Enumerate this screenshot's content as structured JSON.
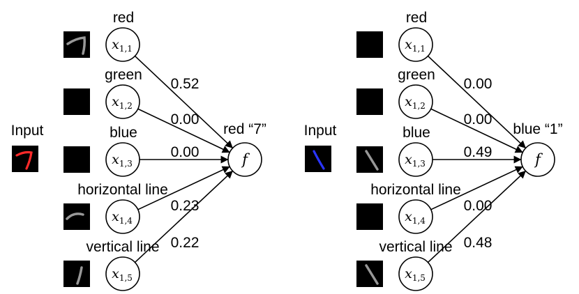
{
  "panels": [
    {
      "input_label": "Input",
      "digit_color": "#ff2a2a",
      "output_label": "red “7”",
      "output_symbol": "f",
      "nodes": [
        {
          "label": "red",
          "var": "x",
          "sub": "1,1",
          "weight": "0.52",
          "thumb": "digit7"
        },
        {
          "label": "green",
          "var": "x",
          "sub": "1,2",
          "weight": "0.00",
          "thumb": "empty"
        },
        {
          "label": "blue",
          "var": "x",
          "sub": "1,3",
          "weight": "0.00",
          "thumb": "empty"
        },
        {
          "label": "horizontal line",
          "var": "x",
          "sub": "1,4",
          "weight": "0.23",
          "thumb": "hstroke"
        },
        {
          "label": "vertical line",
          "var": "x",
          "sub": "1,5",
          "weight": "0.22",
          "thumb": "vstroke"
        }
      ]
    },
    {
      "input_label": "Input",
      "digit_color": "#2a35ff",
      "output_label": "blue “1”",
      "output_symbol": "f",
      "nodes": [
        {
          "label": "red",
          "var": "x",
          "sub": "1,1",
          "weight": "0.00",
          "thumb": "empty"
        },
        {
          "label": "green",
          "var": "x",
          "sub": "1,2",
          "weight": "0.00",
          "thumb": "empty"
        },
        {
          "label": "blue",
          "var": "x",
          "sub": "1,3",
          "weight": "0.49",
          "thumb": "diag"
        },
        {
          "label": "horizontal line",
          "var": "x",
          "sub": "1,4",
          "weight": "0.00",
          "thumb": "empty"
        },
        {
          "label": "vertical line",
          "var": "x",
          "sub": "1,5",
          "weight": "0.48",
          "thumb": "diag"
        }
      ]
    }
  ]
}
